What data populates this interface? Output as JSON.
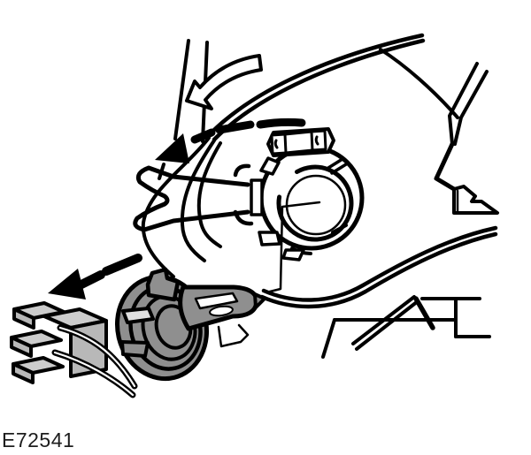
{
  "figure": {
    "label": "E72541"
  },
  "colors": {
    "line": "#000000",
    "background": "#ffffff",
    "bulb-gray": "#8f8f8f",
    "bulb-gray-light": "#e0e0e0",
    "connector-gray": "#cccccc",
    "connector-gray-dark": "#b8b8b8",
    "label-text": "#1d1d1d"
  },
  "parts": [
    "headlamp-housing-outline",
    "vehicle-body-panel-outline",
    "bulb-socket-collar",
    "bulb-retaining-spring-clip",
    "counterclockwise-rotate-arrow",
    "rotation-direction-dashed-arrow",
    "removal-direction-dashed-arrow",
    "headlamp-bulb-assembly",
    "wiring-harness-connector",
    "callout-leader-line"
  ]
}
